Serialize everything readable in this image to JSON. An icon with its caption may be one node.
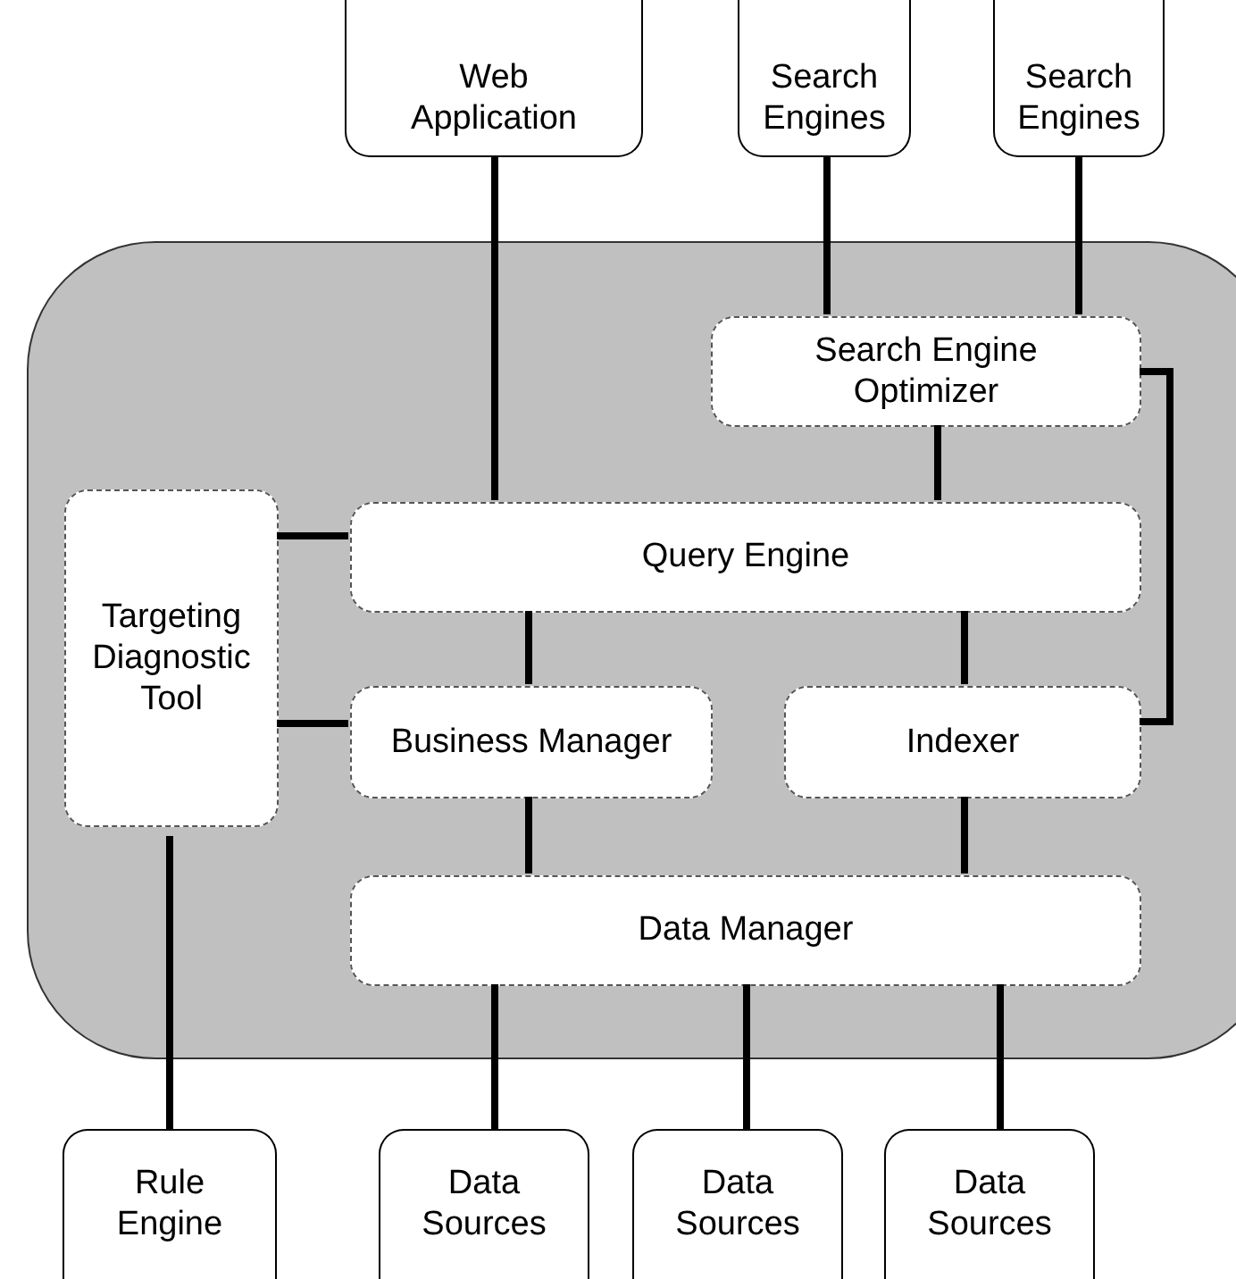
{
  "diagram": {
    "nodes": [
      {
        "text": [
          "Web Application"
        ]
      },
      {
        "text": [
          "Search Engines"
        ]
      },
      {
        "text": [
          "Search Engines"
        ]
      },
      {
        "text": [],
        "shape": "box"
      },
      {
        "text": [
          "Search Engine Optimizer"
        ],
        "in": 3
      },
      {
        "text": [
          "Targeting Diagnostic Tool"
        ],
        "in": 3
      },
      {
        "text": [
          "Query Engine"
        ],
        "in": 3
      },
      {
        "text": [
          "Business Manager"
        ],
        "in": 3
      },
      {
        "text": [
          "Indexer"
        ],
        "in": 3
      },
      {
        "text": [
          "Data Manager"
        ],
        "in": 3
      },
      {
        "text": [
          "Rule Engine"
        ]
      },
      {
        "text": [
          "Data Sources"
        ]
      },
      {
        "text": [
          "Data Sources"
        ]
      },
      {
        "text": [
          "Data Sources"
        ]
      }
    ],
    "edges": [
      {
        "from": 0,
        "to": 6,
        "arrow": "none"
      },
      {
        "from": 1,
        "to": 4,
        "arrow": "none"
      },
      {
        "from": 2,
        "to": 4,
        "arrow": "none"
      },
      {
        "from": 4,
        "to": 6,
        "arrow": "none"
      },
      {
        "from": 4,
        "to": 8,
        "arrow": "none"
      },
      {
        "from": 5,
        "to": 6,
        "arrow": "none"
      },
      {
        "from": 5,
        "to": 7,
        "arrow": "none"
      },
      {
        "from": 6,
        "to": 7,
        "arrow": "none"
      },
      {
        "from": 6,
        "to": 8,
        "arrow": "none"
      },
      {
        "from": 7,
        "to": 9,
        "arrow": "none"
      },
      {
        "from": 8,
        "to": 9,
        "arrow": "none"
      },
      {
        "from": 5,
        "to": 10,
        "arrow": "none"
      },
      {
        "from": 9,
        "to": 11,
        "arrow": "none"
      },
      {
        "from": 9,
        "to": 12,
        "arrow": "none"
      },
      {
        "from": 9,
        "to": 13,
        "arrow": "none"
      }
    ]
  }
}
